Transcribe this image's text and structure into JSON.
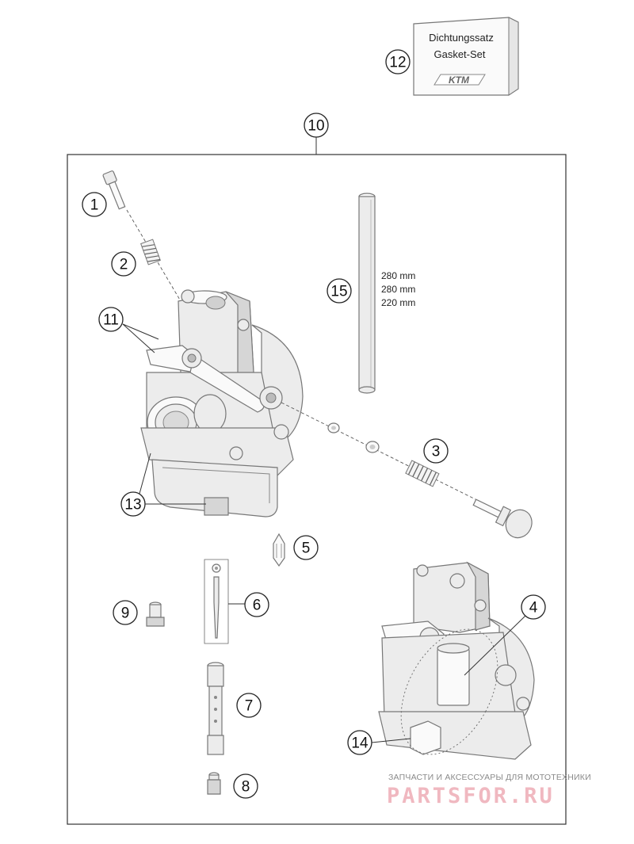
{
  "gasket_set": {
    "label_de": "Dichtungssatz",
    "label_en": "Gasket-Set",
    "brand": "KTM"
  },
  "callouts": [
    "1",
    "2",
    "3",
    "4",
    "5",
    "6",
    "7",
    "8",
    "9",
    "10",
    "11",
    "12",
    "13",
    "14",
    "15"
  ],
  "tube_dimensions": [
    "280 mm",
    "280 mm",
    "220 mm"
  ],
  "watermark": {
    "tagline": "ЗАПЧАСТИ И АКСЕССУАРЫ ДЛЯ МОТОТЕХНИКИ",
    "site": "PARTSFOR.RU"
  }
}
